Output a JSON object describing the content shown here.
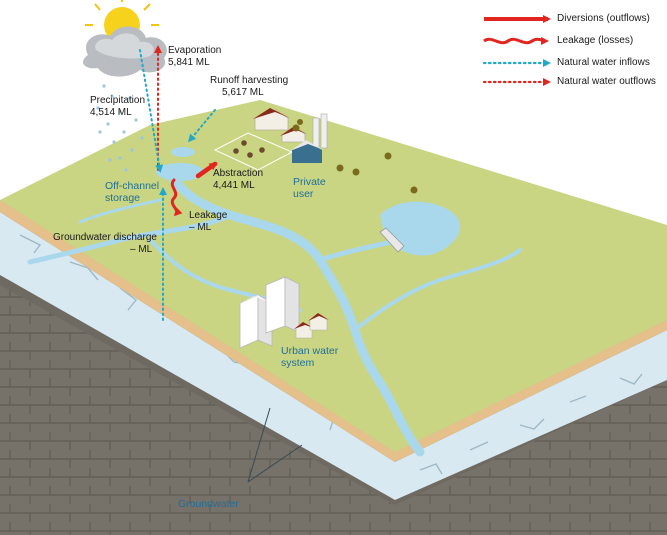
{
  "legend": [
    {
      "label": "Diversions (outflows)",
      "style": "diversion",
      "color": "#e0261f"
    },
    {
      "label": "Leakage (losses)",
      "style": "leakage",
      "color": "#e0261f"
    },
    {
      "label": "Natural water inflows",
      "style": "inflow",
      "color": "#22a9c8"
    },
    {
      "label": "Natural water outflows",
      "style": "outflow",
      "color": "#e0261f"
    }
  ],
  "flows": {
    "evaporation": {
      "name": "Evaporation",
      "value": "5,841 ML"
    },
    "precipitation": {
      "name": "Precipitation",
      "value": "4,514 ML"
    },
    "runoff": {
      "name": "Runoff harvesting",
      "value": "5,617 ML"
    },
    "abstraction": {
      "name": "Abstraction",
      "value": "4,441 ML"
    },
    "leakage": {
      "name": "Leakage",
      "value": "– ML"
    },
    "groundwater_discharge": {
      "name": "Groundwater discharge",
      "value": "– ML"
    }
  },
  "places": {
    "offchannel_storage": [
      "Off-channel",
      "storage"
    ],
    "private_user": [
      "Private",
      "user"
    ],
    "urban_water_system": [
      "Urban water",
      "system"
    ],
    "groundwater": "Groundwater"
  },
  "colors": {
    "land": "#c9d582",
    "river": "#a9d8ec",
    "soil_edge": "#e6c08a",
    "rock_light": "#d9e9f1",
    "rock_dark": "#6e6a62",
    "accent_red": "#e0261f",
    "accent_cyan": "#22a9c8",
    "label_blue": "#1f6f9a"
  }
}
